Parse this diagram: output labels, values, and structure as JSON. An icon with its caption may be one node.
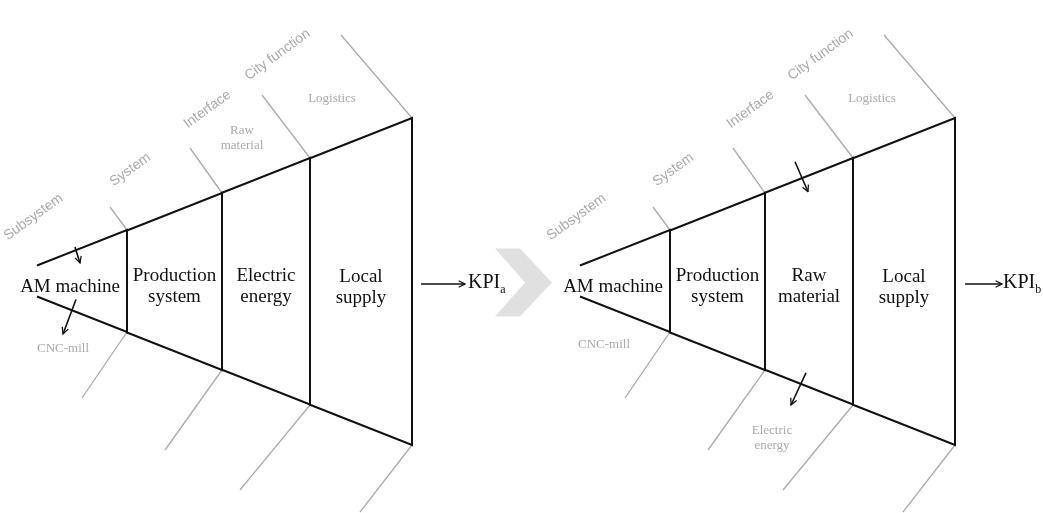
{
  "diagram": {
    "nodes": [
      {
        "text": [
          "AM machine"
        ]
      },
      {
        "text": [
          "Production system"
        ]
      },
      {
        "text": [
          "Electric energy"
        ]
      },
      {
        "text": [
          "Local supply"
        ]
      },
      {
        "text": [
          "KPI$_{a}$"
        ]
      },
      {
        "text": [
          "CNC-mill"
        ]
      },
      {
        "text": [
          "AM machine"
        ]
      },
      {
        "text": [
          "Production system"
        ]
      },
      {
        "text": [
          "Raw material"
        ]
      },
      {
        "text": [
          "Local supply"
        ]
      },
      {
        "text": [
          "KPI$_{b}$"
        ]
      },
      {
        "text": [
          "Electric energy"
        ]
      }
    ],
    "edges": [
      {
        "from": null,
        "to": 0,
        "arrow": "to"
      },
      {
        "from": 0,
        "to": 5,
        "arrow": "to"
      },
      {
        "from": 3,
        "to": 4,
        "arrow": "to"
      },
      {
        "from": 4,
        "to": 6,
        "arrow": "to",
        "style": "thick",
        "color": "#e0e0e0"
      },
      {
        "from": null,
        "to": 8,
        "arrow": "to"
      },
      {
        "from": 8,
        "to": 11,
        "arrow": "to"
      },
      {
        "from": 9,
        "to": 10,
        "arrow": "to"
      }
    ],
    "labels": [
      "Subsystem",
      "System",
      "Interface",
      "City function",
      "Raw material",
      "Logistics",
      "Subsystem",
      "System",
      "Interface",
      "City function",
      "Logistics",
      "CNC-mill"
    ]
  }
}
